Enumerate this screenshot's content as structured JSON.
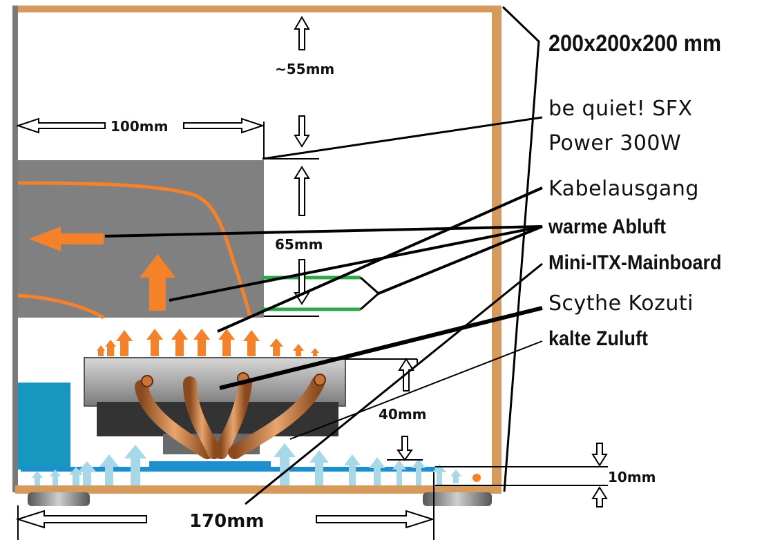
{
  "dimensions": {
    "top_gap": "~55mm",
    "psu_width": "100mm",
    "psu_height": "65mm",
    "cooler_height": "40mm",
    "board_width": "170mm",
    "standoff": "10mm"
  },
  "labels": {
    "case_size": "200x200x200 mm",
    "psu_line1": "be quiet! SFX",
    "psu_line2": "Power 300W",
    "cable_exit": "Kabelausgang",
    "warm_exhaust": "warme Abluft",
    "mainboard": "Mini-ITX-Mainboard",
    "cooler": "Scythe Kozuti",
    "cold_intake": "kalte Zuluft"
  },
  "colors": {
    "case_wood": "#d69a5c",
    "psu_gray": "#808080",
    "airflow_warm": "#f58128",
    "airflow_cold": "#a6d8ea",
    "board_blue": "#1d8fcf",
    "side_block": "#1597bf",
    "cable_green": "#2fa84a",
    "copper": "#c9743a"
  }
}
